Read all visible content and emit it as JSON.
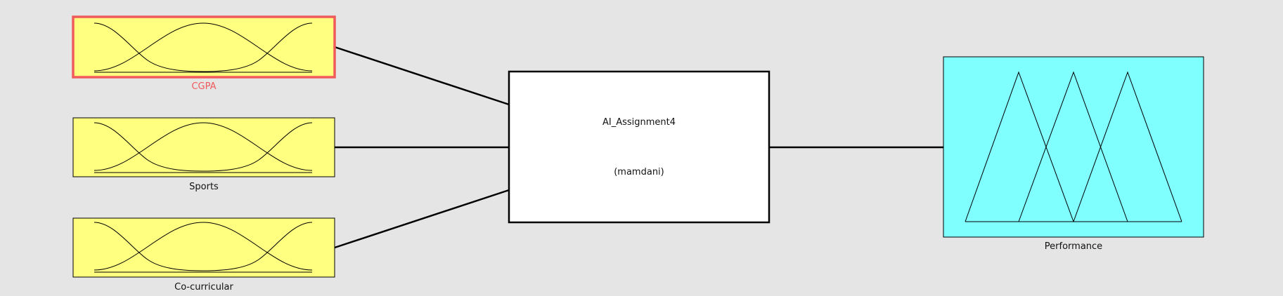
{
  "system": {
    "name": "AI_Assignment4",
    "type": "(mamdani)"
  },
  "inputs": [
    {
      "label": "CGPA",
      "selected": true
    },
    {
      "label": "Sports",
      "selected": false
    },
    {
      "label": "Co-curricular",
      "selected": false
    }
  ],
  "output": {
    "label": "Performance"
  },
  "colors": {
    "background": "#e5e5e5",
    "input_fill": "#ffff80",
    "output_fill": "#80ffff",
    "selected_border": "#f05a5a",
    "line": "#000000"
  },
  "icons": {
    "input_mf": "gaussian-membership-icon",
    "output_mf": "triangular-membership-icon"
  }
}
